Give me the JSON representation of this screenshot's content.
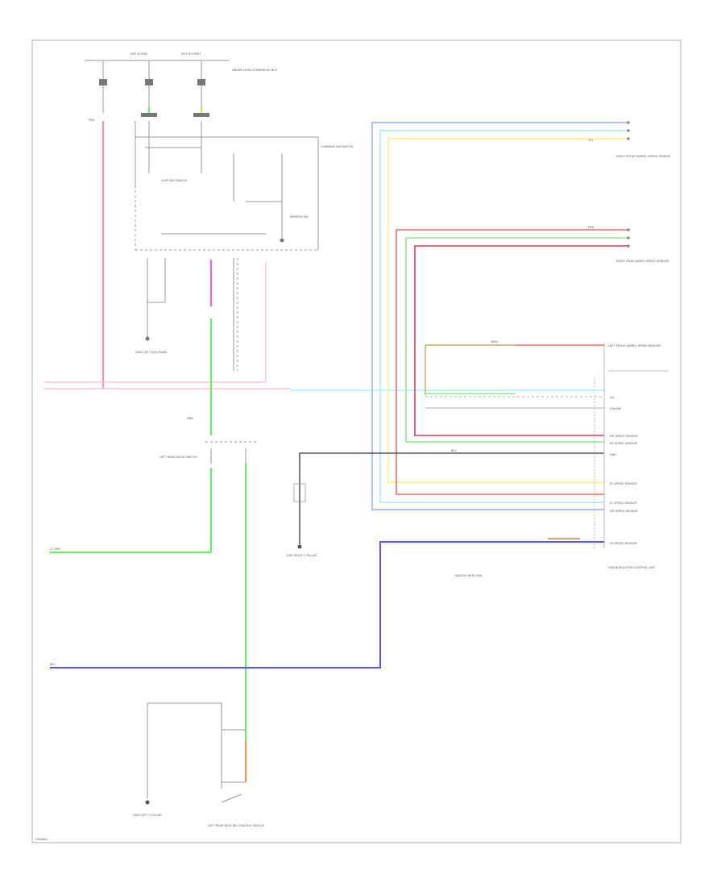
{
  "diagram": {
    "footer_code": "HYMMA",
    "colors": {
      "pink": "#ff8fae",
      "light_pink": "#ffc2d0",
      "green": "#66ee66",
      "magenta": "#ee66ee",
      "blue": "#5555ee",
      "light_blue": "#99aaff",
      "cyan": "#99eeff",
      "yellow": "#ffee77",
      "red": "#ff6666",
      "light_green": "#88ee88",
      "dark_red": "#cc4455",
      "brown": "#c9a860",
      "orange": "#ee9944",
      "gray": "#999999",
      "black": "#333333"
    },
    "labels": {
      "fuse_hot_run": "HOT IN RUN",
      "fuse_hot_start": "HOT IN START",
      "under_hood_box": "UNDER-HOOD FUSE/RELAY BOX",
      "combination_switch": "COMBINATION SWITCH",
      "lighting_switch": "LIGHTING SWITCH",
      "passing_switch": "PASSING SW",
      "left_ground": "G301 LEFT KICK PANEL",
      "right_front_speed_sensor": "RIGHT FRONT WHEEL SPEED SENSOR",
      "right_rear_speed_sensor": "RIGHT REAR WHEEL SPEED SENSOR",
      "left_front_speed_sensor": "LEFT FRONT WHEEL SPEED SENSOR",
      "vsa_modulator": "VSA MODULATOR-CONTROL UNIT",
      "left_rear_switch": "LEFT REAR DOOR SWITCH",
      "right_ground": "G401 RIGHT C-PILLAR",
      "production_note": "WAGON: WITH VSA",
      "left_seat_belt": "LEFT REAR SEAT BELT BUCKLE SWITCH",
      "left_bottom_ground": "G502 LEFT C-PILLAR"
    },
    "pins": {
      "r1": "IG1",
      "r2": "VSA IND",
      "r3": "RR SPEED SENSOR",
      "r4": "RF SPEED SENSOR",
      "r5": "GND",
      "r6": "RL SPEED SENSOR",
      "r7": "FL SPEED SENSOR",
      "r8": "RR SPEED SENSOR",
      "r9": "LR SPEED SENSOR"
    },
    "wire_codes": {
      "w1": "PNK",
      "w2": "GRN",
      "w3": "YEL",
      "w4": "BLU",
      "w5": "RED",
      "w6": "BRN",
      "w7": "BLK",
      "w8": "LT GRN"
    }
  }
}
